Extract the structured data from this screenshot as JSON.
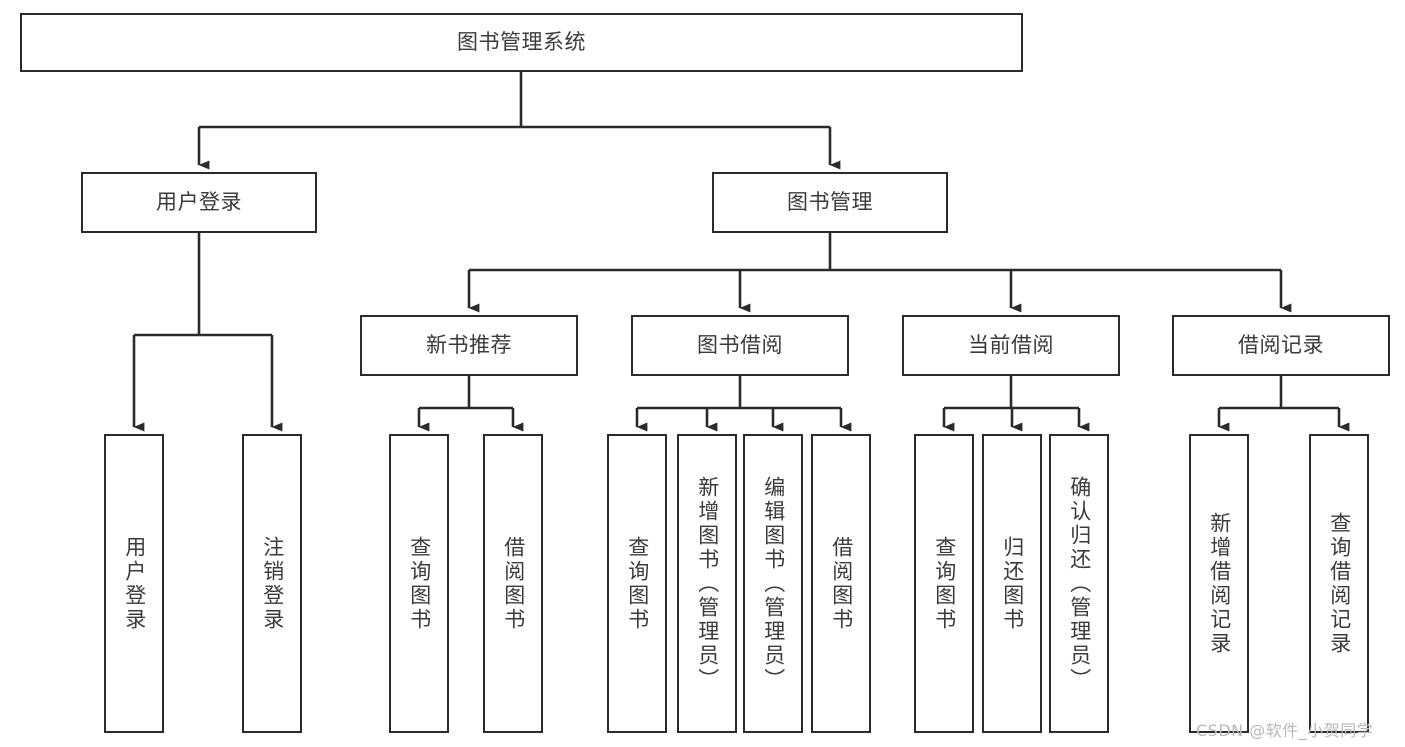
{
  "diagram": {
    "type": "tree-hierarchy",
    "title": "图书管理系统",
    "watermark": "CSDN @软件_小贺同学",
    "colors": {
      "box_border": "#2b2b2b",
      "box_fill": "#ffffff",
      "text": "#3b3b3b",
      "edge": "#2b2b2b",
      "background": "#ffffff",
      "watermark": "#b8b8b8"
    },
    "nodes": {
      "root": {
        "label": "图书管理系统"
      },
      "level1": [
        {
          "label": "用户登录"
        },
        {
          "label": "图书管理"
        }
      ],
      "level2": [
        {
          "label": "新书推荐"
        },
        {
          "label": "图书借阅"
        },
        {
          "label": "当前借阅"
        },
        {
          "label": "借阅记录"
        }
      ],
      "leaves": {
        "user_login": [
          {
            "label": "用户登录"
          },
          {
            "label": "注销登录"
          }
        ],
        "new_book": [
          {
            "label": "查询图书"
          },
          {
            "label": "借阅图书"
          }
        ],
        "book_borrow": [
          {
            "label": "查询图书"
          },
          {
            "label": "新增图书（管理员）"
          },
          {
            "label": "编辑图书（管理员）"
          },
          {
            "label": "借阅图书"
          }
        ],
        "current_borrow": [
          {
            "label": "查询图书"
          },
          {
            "label": "归还图书"
          },
          {
            "label": "确认归还（管理员）"
          }
        ],
        "borrow_record": [
          {
            "label": "新增借阅记录"
          },
          {
            "label": "查询借阅记录"
          }
        ]
      }
    }
  }
}
